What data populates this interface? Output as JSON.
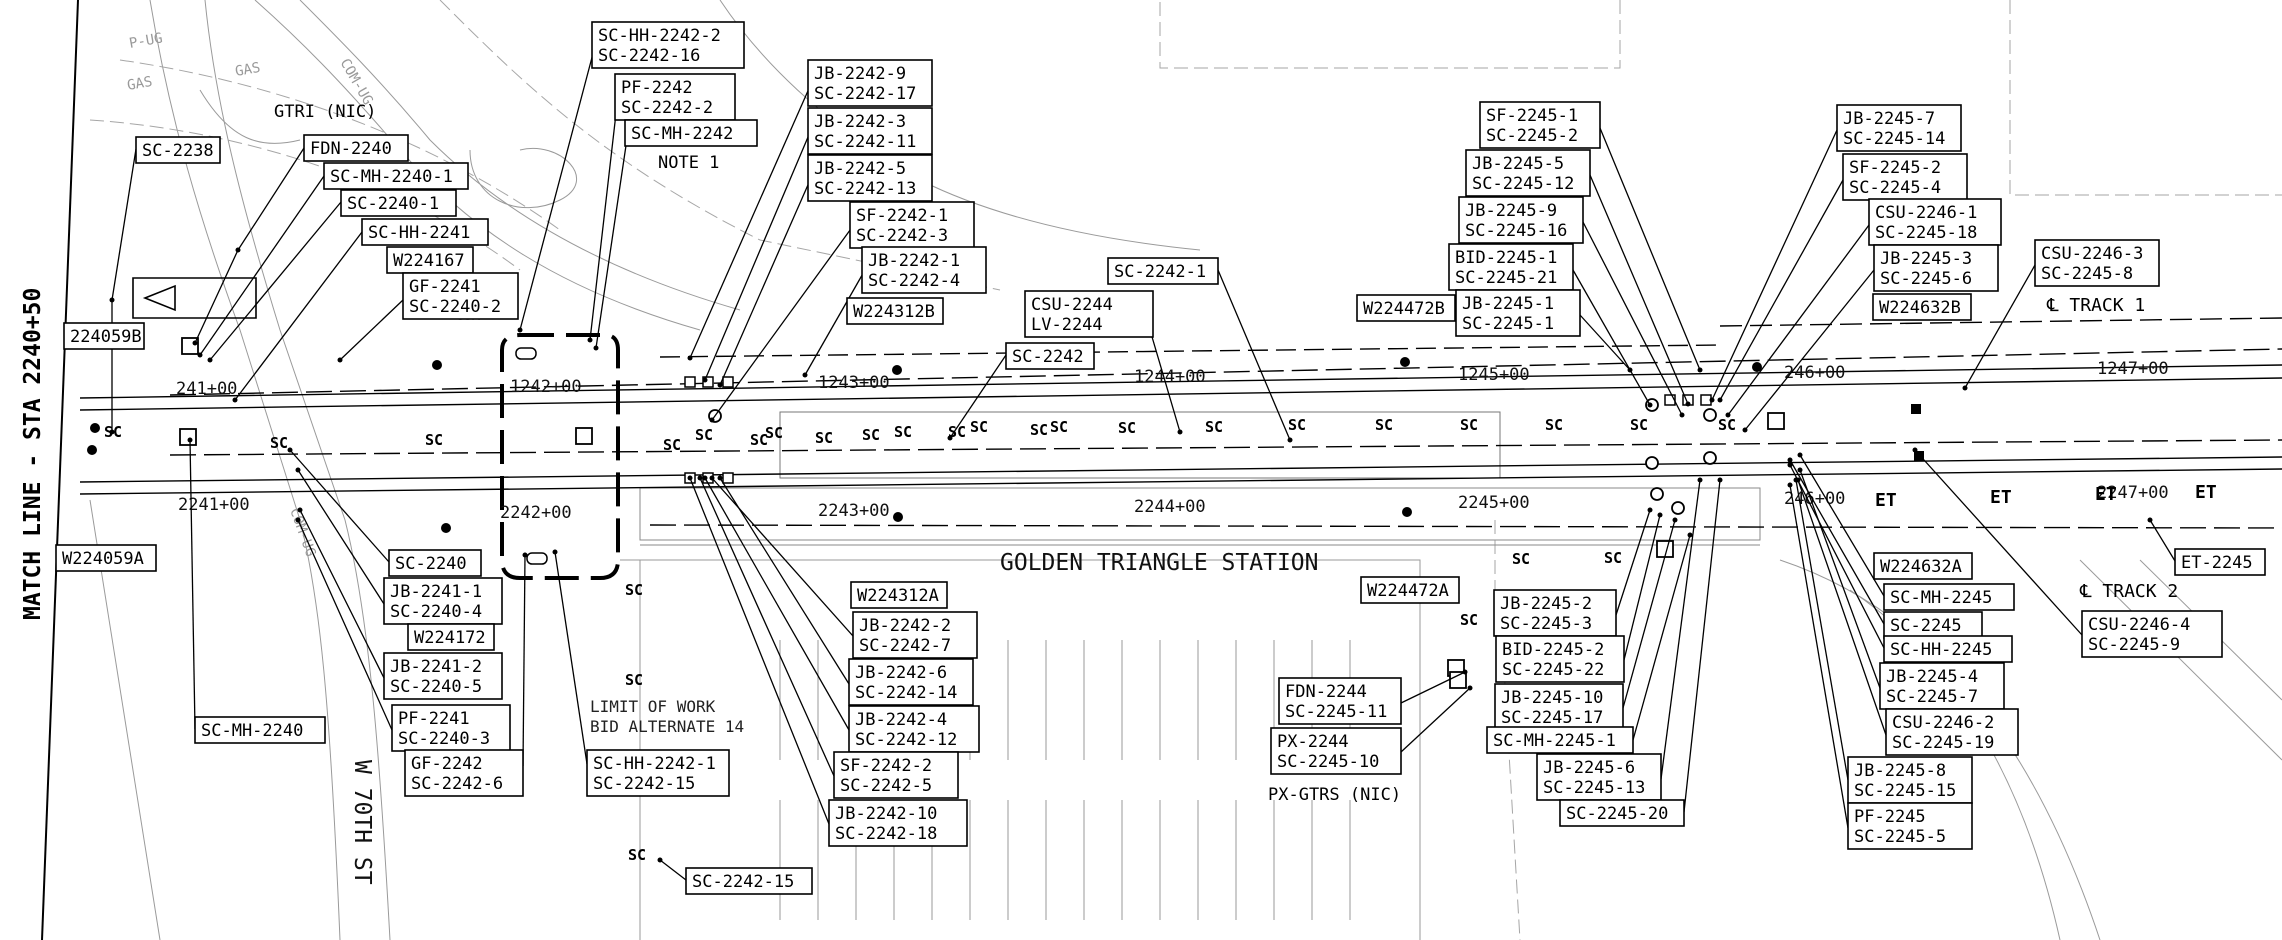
{
  "match_line": "MATCH LINE - STA 2240+50",
  "station_name": "GOLDEN TRIANGLE STATION",
  "street_name": "W 70TH ST",
  "track1": "℄ TRACK 1",
  "track2": "℄ TRACK 2",
  "limit_of_work": [
    "LIMIT OF WORK",
    "BID ALTERNATE 14"
  ],
  "plain_labels": [
    "GTRI (NIC)",
    "NOTE 1",
    "PX-GTRS (NIC)"
  ],
  "stations": [
    "241+00",
    "1242+00",
    "1243+00",
    "1244+00",
    "1245+00",
    "246+00",
    "1247+00",
    "2241+00",
    "2242+00",
    "2243+00",
    "2244+00",
    "2245+00",
    "246+00",
    "2247+00"
  ],
  "background_labels": [
    "GAS",
    "GAS",
    "COM-UG",
    "COM-UG",
    "P-UG",
    "COM",
    "ET",
    "ET",
    "ET",
    "ET"
  ],
  "conduit_marker": "SC",
  "callouts": [
    [
      "SC-HH-2242-2",
      "SC-2242-16"
    ],
    [
      "PF-2242",
      "SC-2242-2"
    ],
    [
      "SC-MH-2242"
    ],
    [
      "JB-2242-9",
      "SC-2242-17"
    ],
    [
      "JB-2242-3",
      "SC-2242-11"
    ],
    [
      "JB-2242-5",
      "SC-2242-13"
    ],
    [
      "SF-2242-1",
      "SC-2242-3"
    ],
    [
      "JB-2242-1",
      "SC-2242-4"
    ],
    [
      "W224312B"
    ],
    [
      "SC-2238"
    ],
    [
      "FDN-2240"
    ],
    [
      "SC-MH-2240-1"
    ],
    [
      "SC-2240-1"
    ],
    [
      "SC-HH-2241"
    ],
    [
      "W224167"
    ],
    [
      "GF-2241",
      "SC-2240-2"
    ],
    [
      "224059B"
    ],
    [
      "CSU-2244",
      "LV-2244"
    ],
    [
      "SC-2242-1"
    ],
    [
      "SC-2242"
    ],
    [
      "W224472B"
    ],
    [
      "SF-2245-1",
      "SC-2245-2"
    ],
    [
      "JB-2245-5",
      "SC-2245-12"
    ],
    [
      "JB-2245-9",
      "SC-2245-16"
    ],
    [
      "BID-2245-1",
      "SC-2245-21"
    ],
    [
      "JB-2245-1",
      "SC-2245-1"
    ],
    [
      "JB-2245-7",
      "SC-2245-14"
    ],
    [
      "SF-2245-2",
      "SC-2245-4"
    ],
    [
      "CSU-2246-1",
      "SC-2245-18"
    ],
    [
      "JB-2245-3",
      "SC-2245-6"
    ],
    [
      "W224632B"
    ],
    [
      "CSU-2246-3",
      "SC-2245-8"
    ],
    [
      "W224059A"
    ],
    [
      "SC-2240"
    ],
    [
      "JB-2241-1",
      "SC-2240-4"
    ],
    [
      "W224172"
    ],
    [
      "JB-2241-2",
      "SC-2240-5"
    ],
    [
      "PF-2241",
      "SC-2240-3"
    ],
    [
      "SC-MH-2240"
    ],
    [
      "GF-2242",
      "SC-2242-6"
    ],
    [
      "SC-HH-2242-1",
      "SC-2242-15"
    ],
    [
      "W224312A"
    ],
    [
      "JB-2242-2",
      "SC-2242-7"
    ],
    [
      "JB-2242-6",
      "SC-2242-14"
    ],
    [
      "JB-2242-4",
      "SC-2242-12"
    ],
    [
      "SF-2242-2",
      "SC-2242-5"
    ],
    [
      "JB-2242-10",
      "SC-2242-18"
    ],
    [
      "SC-2242-15"
    ],
    [
      "W224472A"
    ],
    [
      "JB-2245-2",
      "SC-2245-3"
    ],
    [
      "BID-2245-2",
      "SC-2245-22"
    ],
    [
      "JB-2245-10",
      "SC-2245-17"
    ],
    [
      "SC-MH-2245-1"
    ],
    [
      "JB-2245-6",
      "SC-2245-13"
    ],
    [
      "SC-2245-20"
    ],
    [
      "FDN-2244",
      "SC-2245-11"
    ],
    [
      "PX-2244",
      "SC-2245-10"
    ],
    [
      "W224632A"
    ],
    [
      "SC-MH-2245"
    ],
    [
      "SC-2245"
    ],
    [
      "SC-HH-2245"
    ],
    [
      "JB-2245-4",
      "SC-2245-7"
    ],
    [
      "CSU-2246-2",
      "SC-2245-19"
    ],
    [
      "JB-2245-8",
      "SC-2245-15"
    ],
    [
      "PF-2245",
      "SC-2245-5"
    ],
    [
      "ET-2245"
    ],
    [
      "CSU-2246-4",
      "SC-2245-9"
    ]
  ]
}
